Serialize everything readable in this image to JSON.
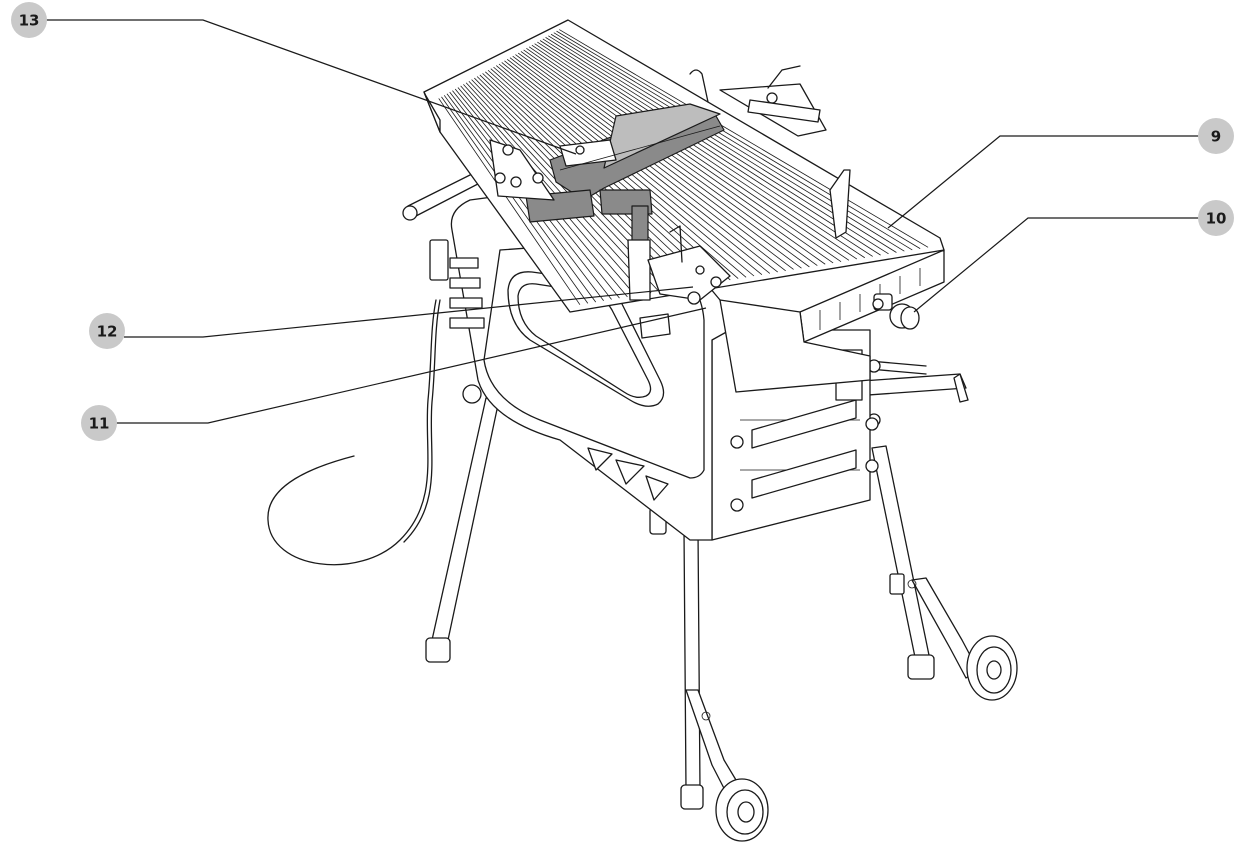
{
  "callouts": [
    {
      "id": "c13",
      "label": "13"
    },
    {
      "id": "c9",
      "label": "9"
    },
    {
      "id": "c10",
      "label": "10"
    },
    {
      "id": "c12",
      "label": "12"
    },
    {
      "id": "c11",
      "label": "11"
    }
  ],
  "colors": {
    "line": "#1a1a1a",
    "bubble": "#c9c9c9",
    "guard": "#8a8a8a",
    "background": "#ffffff"
  }
}
